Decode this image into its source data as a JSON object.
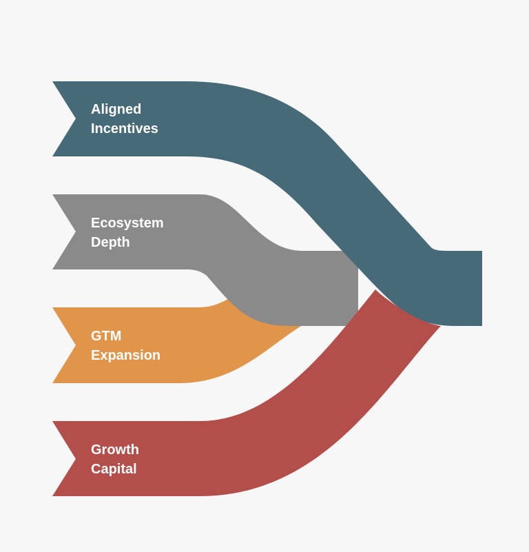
{
  "colors": {
    "background": "#f7f7f7",
    "label": "#ffffff"
  },
  "streams": [
    {
      "id": "aligned-incentives",
      "lines": [
        "Aligned",
        "Incentives"
      ],
      "color": "#466a78"
    },
    {
      "id": "ecosystem-depth",
      "lines": [
        "Ecosystem",
        "Depth"
      ],
      "color": "#8a8a8a"
    },
    {
      "id": "gtm-expansion",
      "lines": [
        "GTM",
        "Expansion"
      ],
      "color": "#e0954a"
    },
    {
      "id": "growth-capital",
      "lines": [
        "Growth",
        "Capital"
      ],
      "color": "#b34e4a"
    }
  ]
}
